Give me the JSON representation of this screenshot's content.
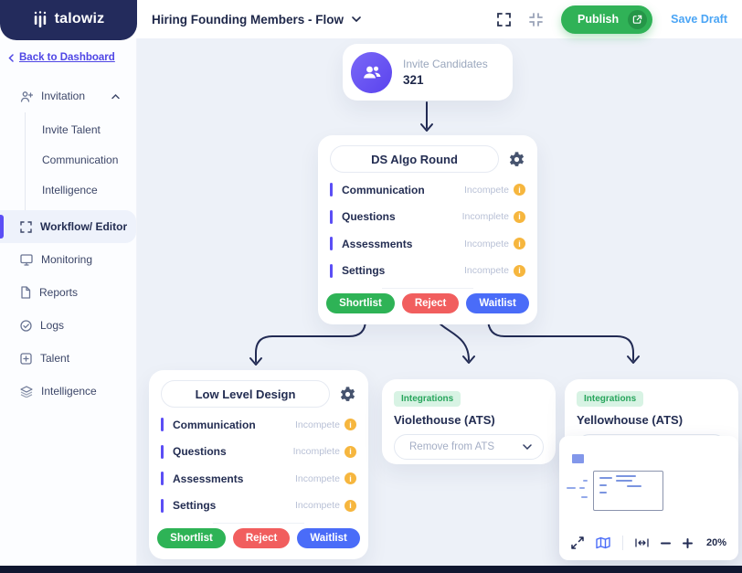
{
  "header": {
    "logo_text": "talowiz",
    "flow_title": "Hiring Founding Members - Flow",
    "publish_label": "Publish",
    "save_draft_label": "Save Draft"
  },
  "sidebar": {
    "back_label": "Back to Dashboard",
    "items": [
      {
        "label": "Invitation",
        "icon": "user-plus-icon",
        "expanded": true,
        "children": [
          "Invite Talent",
          "Communication",
          "Intelligence"
        ]
      },
      {
        "label": "Workflow/ Editor",
        "icon": "frame-icon",
        "active": true
      },
      {
        "label": "Monitoring",
        "icon": "monitor-icon"
      },
      {
        "label": "Reports",
        "icon": "file-icon"
      },
      {
        "label": "Logs",
        "icon": "check-circle-icon"
      },
      {
        "label": "Talent",
        "icon": "square-plus-icon"
      },
      {
        "label": "Intelligence",
        "icon": "layers-icon"
      }
    ]
  },
  "canvas": {
    "invite_node": {
      "label": "Invite Candidates",
      "count": "321"
    },
    "stage_cards": [
      {
        "title": "DS Algo Round",
        "rows": [
          {
            "label": "Communication",
            "status": "Incompete"
          },
          {
            "label": "Questions",
            "status": "Incomplete"
          },
          {
            "label": "Assessments",
            "status": "Incompete"
          },
          {
            "label": "Settings",
            "status": "Incompete"
          }
        ],
        "actions": [
          "Shortlist",
          "Reject",
          "Waitlist"
        ]
      },
      {
        "title": "Low Level Design",
        "rows": [
          {
            "label": "Communication",
            "status": "Incompete"
          },
          {
            "label": "Questions",
            "status": "Incomplete"
          },
          {
            "label": "Assessments",
            "status": "Incompete"
          },
          {
            "label": "Settings",
            "status": "Incompete"
          }
        ],
        "actions": [
          "Shortlist",
          "Reject",
          "Waitlist"
        ]
      }
    ],
    "integration_cards": [
      {
        "badge": "Integrations",
        "title": "Violethouse (ATS)",
        "dropdown_label": "Remove from ATS"
      },
      {
        "badge": "Integrations",
        "title": "Yellowhouse (ATS)"
      }
    ],
    "minimap": {
      "zoom_level": "20%"
    }
  },
  "colors": {
    "navy": "#232b5c",
    "accent_purple": "#5b4ef5",
    "publish_green": "#30b257",
    "shortlist_green": "#2eb356",
    "reject_red": "#f15e5e",
    "waitlist_blue": "#4a6cf8",
    "save_draft_blue": "#4ba5f5",
    "status_gray": "#b9c1d6",
    "info_yellow": "#f6b63e",
    "badge_green_bg": "#d8f3e4",
    "badge_green_text": "#27a55c",
    "canvas_bg": "#edf1f8"
  }
}
